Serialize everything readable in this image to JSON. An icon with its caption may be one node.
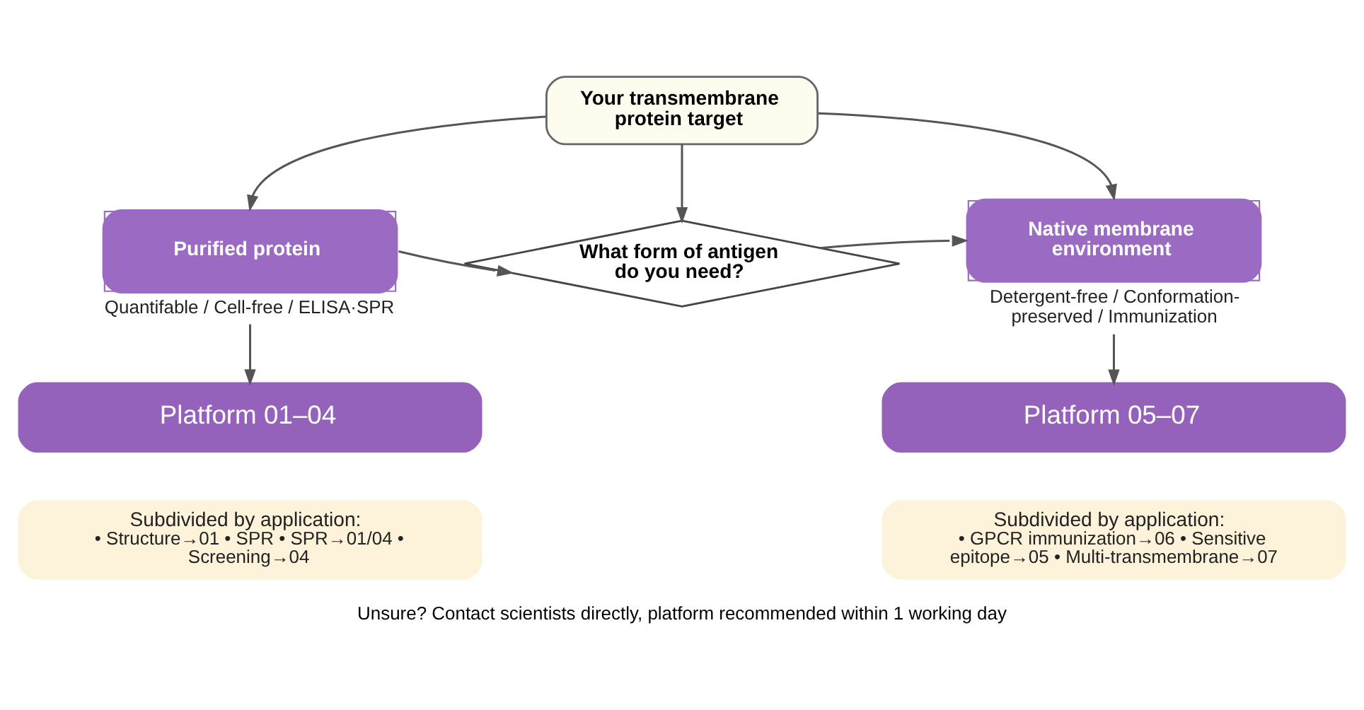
{
  "diagram": {
    "caption": "Unsure? Contact scientists directly, platform recommended within 1 working day",
    "nodes": [
      {
        "text": [
          "Your transmembrane protein target"
        ]
      },
      {
        "text": [
          "Purified protein"
        ],
        "beside": [
          "Quantifable / Cell-free / ELISA·SPR"
        ]
      },
      {
        "text": [
          "What form of antigen do you need?"
        ]
      },
      {
        "text": [
          "Native membrane environment"
        ],
        "beside": [
          "Detergent-free / Conformation-preserved / Immunization"
        ]
      },
      {
        "text": [
          "Platform 01–04"
        ]
      },
      {
        "text": [
          "Platform 05–07"
        ]
      },
      {
        "text": [
          "Subdivided by application:",
          "• Structure→01 • SPR • SPR→01/04 • Screening→04"
        ]
      },
      {
        "text": [
          "Subdivided by application:",
          "• GPCR immunization→06 • Sensitive epitope→05 • Multi-transmembrane→07"
        ]
      }
    ],
    "edges": [
      {
        "from": 0,
        "to": 1,
        "arrow": "to"
      },
      {
        "from": 0,
        "to": 2,
        "arrow": "to"
      },
      {
        "from": 0,
        "to": 3,
        "arrow": "to"
      },
      {
        "from": 1,
        "to": 2,
        "arrow": "to"
      },
      {
        "from": 2,
        "to": 3,
        "arrow": "to"
      },
      {
        "from": 1,
        "to": 4,
        "arrow": "to"
      },
      {
        "from": 3,
        "to": 5,
        "arrow": "to"
      }
    ]
  }
}
